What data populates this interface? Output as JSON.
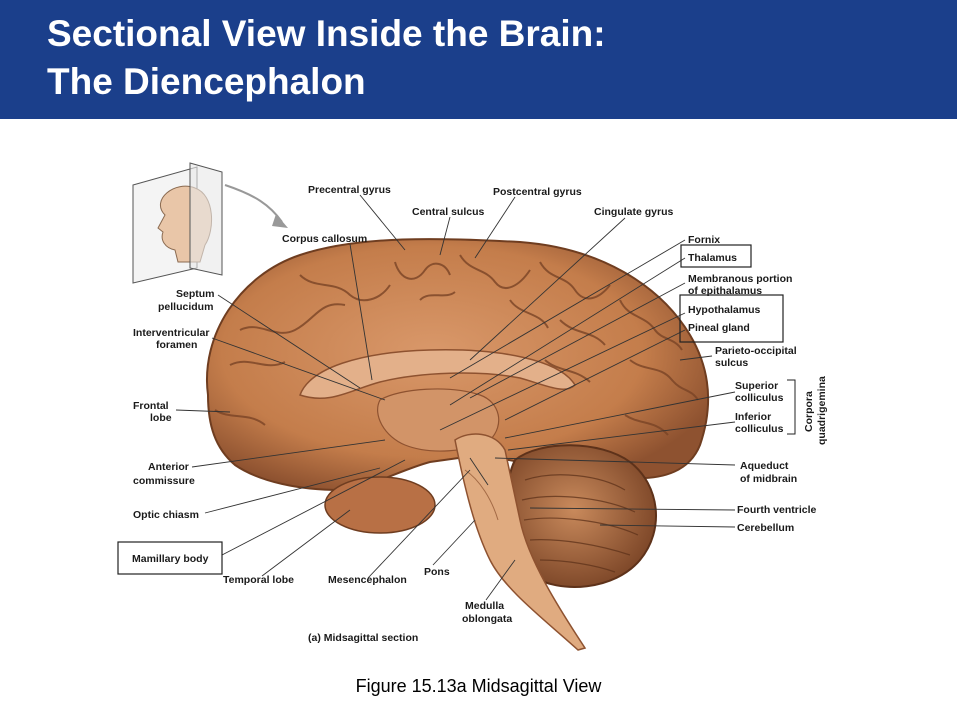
{
  "slide": {
    "title_line1": "Sectional View Inside the Brain:",
    "title_line2": "The Diencephalon",
    "caption": "Figure 15.13a  Midsagittal View"
  },
  "figure": {
    "labels": {
      "precentral_gyrus": "Precentral gyrus",
      "postcentral_gyrus": "Postcentral gyrus",
      "central_sulcus": "Central sulcus",
      "cingulate_gyrus": "Cingulate gyrus",
      "corpus_callosum": "Corpus callosum",
      "fornix": "Fornix",
      "thalamus": "Thalamus",
      "membranous_1": "Membranous portion",
      "membranous_2": "of epithalamus",
      "hypothalamus": "Hypothalamus",
      "pineal_gland": "Pineal gland",
      "parieto_1": "Parieto-occipital",
      "parieto_2": "sulcus",
      "septum_1": "Septum",
      "septum_2": "pellucidum",
      "interventricular_1": "Interventricular",
      "interventricular_2": "foramen",
      "frontal_1": "Frontal",
      "frontal_2": "lobe",
      "superior_1": "Superior",
      "superior_2": "colliculus",
      "inferior_1": "Inferior",
      "inferior_2": "colliculus",
      "corpora_1": "Corpora",
      "corpora_2": "quadrigemina",
      "anterior_1": "Anterior",
      "anterior_2": "commissure",
      "aqueduct_1": "Aqueduct",
      "aqueduct_2": "of midbrain",
      "optic_chiasm": "Optic chiasm",
      "fourth_ventricle": "Fourth ventricle",
      "cerebellum": "Cerebellum",
      "mamillary_body": "Mamillary body",
      "temporal_lobe": "Temporal lobe",
      "mesencephalon": "Mesencephalon",
      "pons": "Pons",
      "medulla_1": "Medulla",
      "medulla_2": "oblongata",
      "section": "(a) Midsagittal section"
    }
  },
  "colors": {
    "header": "#1b3f8b",
    "brain": "#c98552",
    "brain_dark": "#7a4426",
    "brain_light": "#e3b08a"
  }
}
